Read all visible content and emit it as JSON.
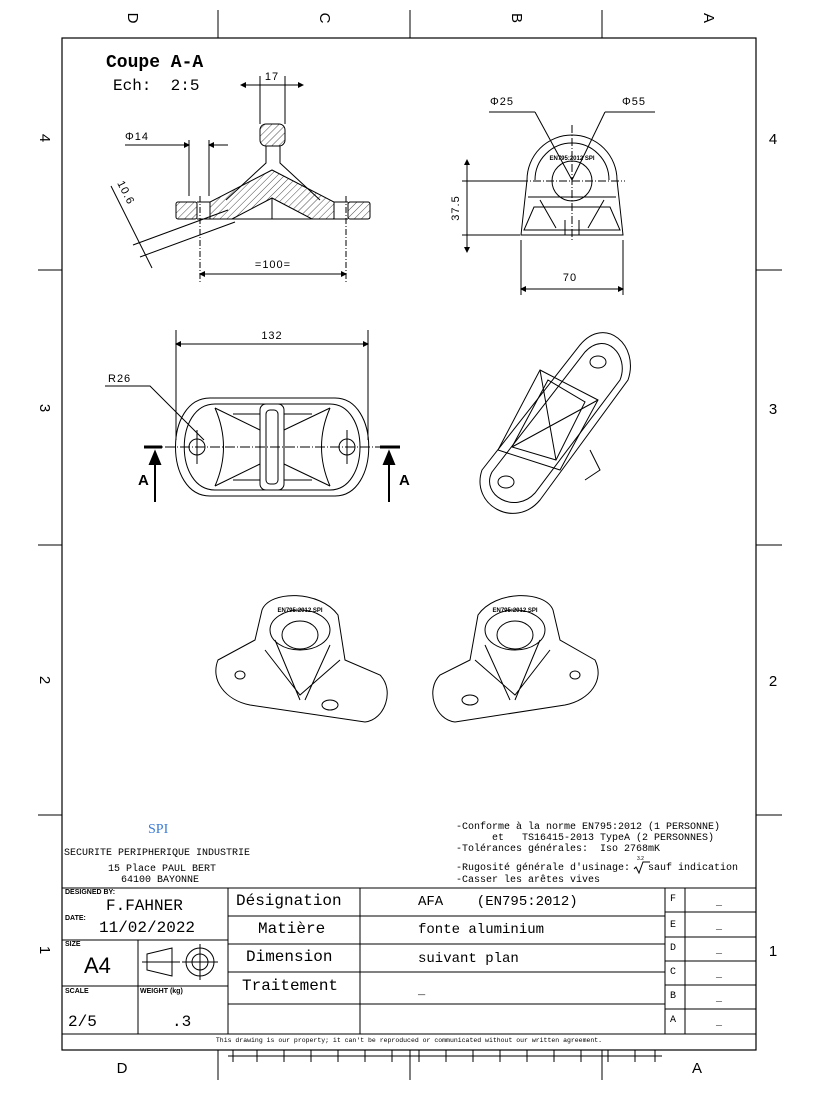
{
  "zones": {
    "columns_top": [
      "D",
      "C",
      "B",
      "A"
    ],
    "columns_bottom": [
      "D",
      "A"
    ],
    "rows_left": [
      "4",
      "3",
      "2",
      "1"
    ],
    "rows_right": [
      "4",
      "3",
      "2",
      "1"
    ]
  },
  "section_view": {
    "title": "Coupe A-A",
    "scale": "Ech:  2:5",
    "dims": {
      "width_17": "17",
      "hole": "Φ14",
      "thickness": "10.6",
      "spacing": "=100="
    }
  },
  "front_view": {
    "dims": {
      "inner": "Φ25",
      "outer": "Φ55",
      "height": "37.5",
      "width": "70"
    }
  },
  "top_view": {
    "dims": {
      "length": "132",
      "radius": "R26"
    },
    "section_marker_left": "A",
    "section_marker_right": "A"
  },
  "company": {
    "logo": "SPI",
    "name": "SECURITE PERIPHERIQUE INDUSTRIE",
    "address1": "15 Place PAUL BERT",
    "address2": "64100 BAYONNE",
    "logo_color": "#3a7bd5"
  },
  "notes": [
    "-Conforme à la norme EN795:2012 (1 PERSONNE)",
    "      et   TS16415-2013 TypeA (2 PERSONNES)",
    "-Tolérances générales:  Iso 2768mK",
    "-Rugosité générale d'usinage:   sauf indication",
    "-Casser les arêtes vives"
  ],
  "roughness_value": "3.2",
  "title_block": {
    "designed_by_label": "DESIGNED BY:",
    "designer": "F.FAHNER",
    "date_label": "DATE:",
    "date": "11/02/2022",
    "size_label": "SIZE",
    "size": "A4",
    "scale_label": "SCALE",
    "scale": "2/5",
    "weight_label": "WEIGHT (kg)",
    "weight": ".3",
    "rows": [
      {
        "label": "Désignation",
        "value": "AFA    (EN795:2012)"
      },
      {
        "label": "Matière",
        "value": "fonte aluminium"
      },
      {
        "label": "Dimension",
        "value": "suivant plan"
      },
      {
        "label": "Traitement",
        "value": "_"
      }
    ],
    "revisions": [
      {
        "letter": "F",
        "value": "_"
      },
      {
        "letter": "E",
        "value": "_"
      },
      {
        "letter": "D",
        "value": "_"
      },
      {
        "letter": "C",
        "value": "_"
      },
      {
        "letter": "B",
        "value": "_"
      },
      {
        "letter": "A",
        "value": "_"
      }
    ],
    "disclaimer": "This drawing is our property; it can't be reproduced or communicated without our written agreement."
  }
}
